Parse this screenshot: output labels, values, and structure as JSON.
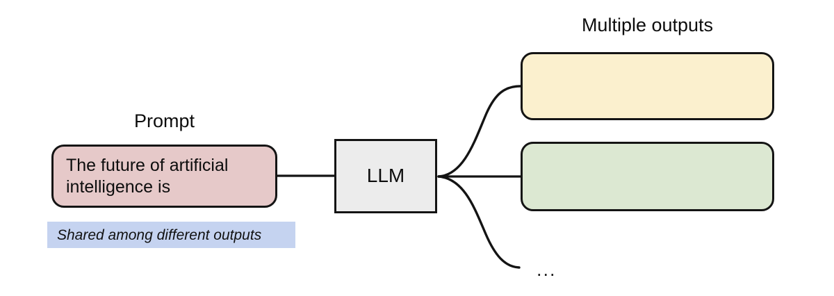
{
  "diagram": {
    "title_labels": {
      "prompt": "Prompt",
      "multiple_outputs": "Multiple outputs"
    },
    "nodes": {
      "prompt_box": {
        "text": "The future of artificial intelligence is",
        "fill": "#E6C9C9",
        "stroke": "#141414"
      },
      "llm_box": {
        "text": "LLM",
        "fill": "#ECECEC",
        "stroke": "#141414"
      },
      "output_1": {
        "text": "",
        "fill": "#FBF0CE",
        "stroke": "#141414"
      },
      "output_2": {
        "text": "",
        "fill": "#DCE8D2",
        "stroke": "#141414"
      }
    },
    "annotation": {
      "shared_note": "Shared among different outputs",
      "fill": "#C5D3F0"
    },
    "more_indicator": "...",
    "edge_color": "#141414"
  }
}
